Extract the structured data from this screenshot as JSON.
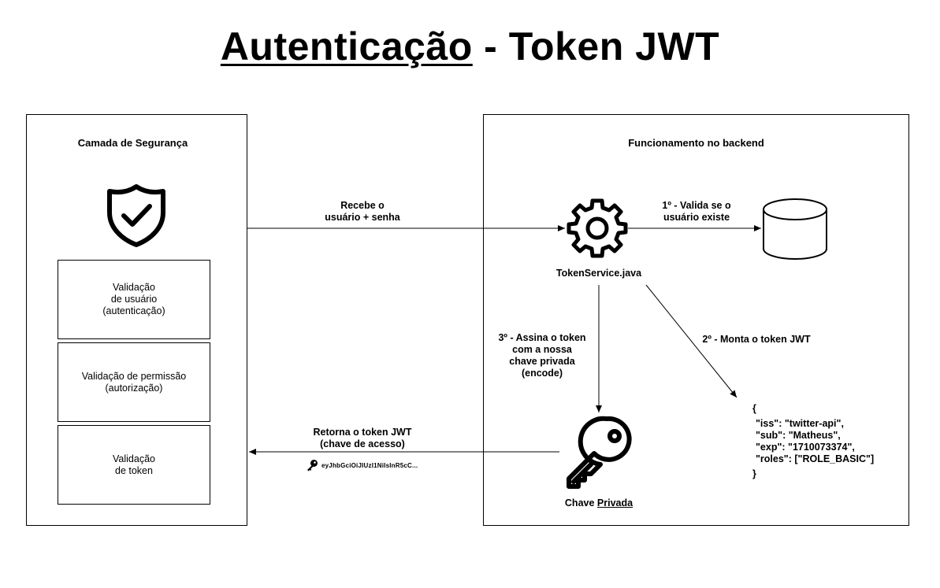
{
  "title": {
    "underlined": "Autenticação",
    "rest": " - Token JWT"
  },
  "left_panel": {
    "title": "Camada de Segurança",
    "boxes": [
      "Validação\nde usuário\n(autenticação)",
      "Validação de permissão\n(autorização)",
      "Validação\nde token"
    ]
  },
  "right_panel": {
    "title": "Funcionamento no backend"
  },
  "arrows": {
    "receive": "Recebe o\nusuário + senha",
    "validate": "1º - Valida se o\nusuário existe",
    "build": "2º - Monta o token JWT",
    "sign": "3º - Assina o token\ncom a nossa\nchave privada\n(encode)",
    "return": "Retorna o token JWT\n(chave de acesso)"
  },
  "token_service": {
    "label": "TokenService.java"
  },
  "private_key": {
    "label_prefix": "Chave ",
    "label_underlined": "Privada"
  },
  "token_preview": "eyJhbGciOiJIUzI1NiIsInR5cC...",
  "jwt_payload": {
    "open": "{",
    "lines": [
      "\"iss\": \"twitter-api\",",
      "\"sub\": \"Matheus\",",
      "\"exp\": \"1710073374\",",
      "\"roles\": [\"ROLE_BASIC\"]"
    ],
    "close": "}"
  },
  "icons": [
    "shield-check-icon",
    "gear-icon",
    "database-icon",
    "key-icon",
    "small-key-icon"
  ]
}
